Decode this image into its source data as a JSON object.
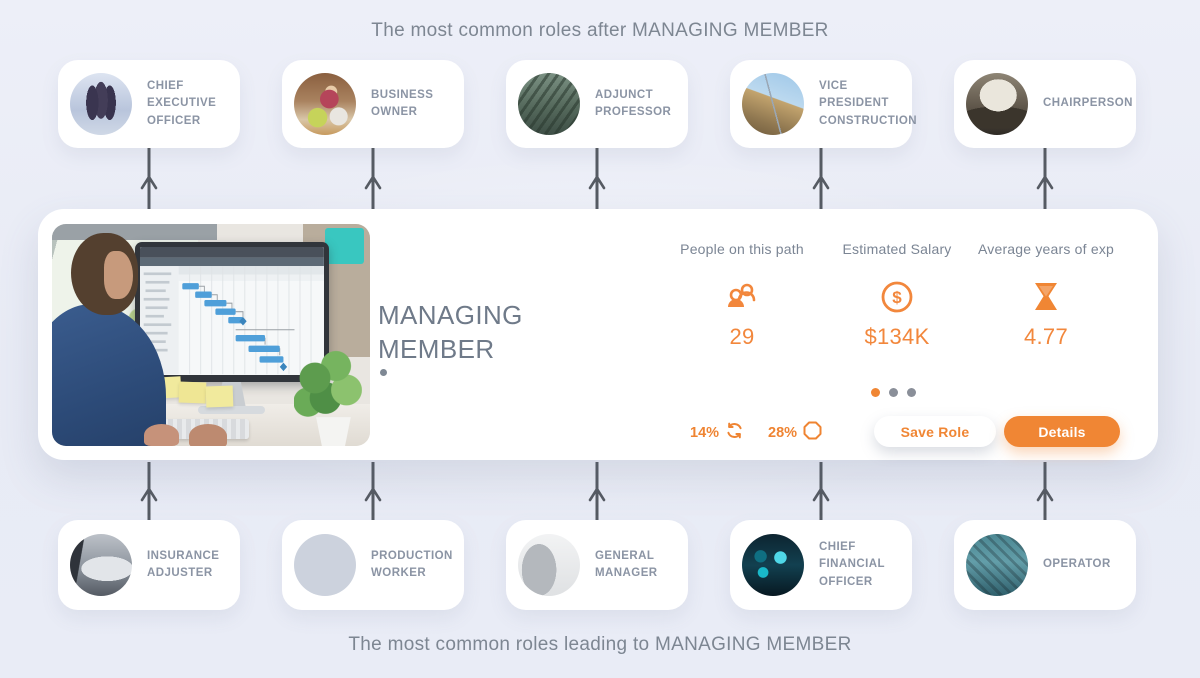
{
  "titles": {
    "after": "The most common roles after MANAGING MEMBER",
    "leading": "The most common roles leading to MANAGING MEMBER"
  },
  "roles_after": [
    {
      "label": "Chief Executive Officer",
      "avatar": "background: radial-gradient(ellipse 10% 28% at 36% 48%, #3a3550 99%, rgba(0,0,0,0)), radial-gradient(ellipse 11% 30% at 50% 44%, #433d58 99%, rgba(0,0,0,0)), radial-gradient(ellipse 10% 28% at 64% 48%, #38334e 99%, rgba(0,0,0,0)), radial-gradient(circle at 52% 56%, #ffd9c4 0 7%, rgba(0,0,0,0) 8%), linear-gradient(180deg, #dde4f1 0%, #b9c5dc 60%, #cfd8e6 100%)"
    },
    {
      "label": "Business Owner",
      "avatar": "background: radial-gradient(circle at 57% 42%, #b5455a 0 18%, rgba(0,0,0,0) 19%), radial-gradient(circle at 60% 30%, #e8cba8 0 10%, rgba(0,0,0,0) 11%), radial-gradient(circle at 38% 72%, #c6d35a 0 16%, rgba(0,0,0,0) 17%), radial-gradient(circle at 72% 70%, #e9e6e0 0 14%, rgba(0,0,0,0) 15%), linear-gradient(180deg, #8a5f3f 0%, #a9825f 45%, #d9c6a8 75%, #c79a5e 100%)"
    },
    {
      "label": "Adjunct Professor",
      "avatar": "background: repeating-linear-gradient(125deg, rgba(40,55,45,0.55) 0 3px, rgba(0,0,0,0) 3px 8px), linear-gradient(180deg, #7b9183 0%, #55695c 55%, #3e4f46 100%)"
    },
    {
      "label": "Vice President Construction",
      "avatar": "background: linear-gradient(75deg, rgba(0,0,0,0) 49%, #9aa7b5 49% 51%, rgba(0,0,0,0) 51%), linear-gradient(200deg, #9ec7e8 0%, #bcd9ef 42%, #c3a46e 43%, #8f7750 75%, #6e5a3c 100%)"
    },
    {
      "label": "Chairperson",
      "avatar": "background: radial-gradient(ellipse 30% 26% at 52% 36%, #eae6dc 99%, rgba(0,0,0,0)), radial-gradient(ellipse 60% 18% at 50% 72%, #3b352c 99%, rgba(0,0,0,0)), linear-gradient(180deg, #8e8575 0%, #5f564a 55%, #2e2a24 100%)"
    }
  ],
  "roles_leading": [
    {
      "label": "Insurance Adjuster",
      "avatar": "background: linear-gradient(100deg, #2f333a 0 20%, rgba(0,0,0,0) 21%), radial-gradient(ellipse 42% 20% at 60% 56%, #e2e5e9 99%, rgba(0,0,0,0)), linear-gradient(180deg, #bcc1c8 0%, #9198a1 50%, #545a63 100%)"
    },
    {
      "label": "Production Worker",
      "avatar": "background: radial-gradient(ellipse 24% 28% at 44% 64%, #d8b43c 99%, rgba(0,0,0,0)), repeating-linear-gradient(90deg, rgba(90,60,35,0.35) 0 4px, rgba(0,0,0,0) 4px 9px), linear-gradient(180deg, #c4bironically 0%, #a98f6b 0%, #8a6f4e 55%, #5e452f 100%)"
    },
    {
      "label": "General Manager",
      "avatar": "background: radial-gradient(ellipse 28% 42% at 34% 58%, #b4b8bd 99%, rgba(0,0,0,0)), linear-gradient(180deg, #f2f3f4 0%, #dfe1e3 100%)"
    },
    {
      "label": "Chief Financial Officer",
      "avatar": "background: radial-gradient(circle at 62% 38%, #4fd8e8 0 11%, rgba(0,0,0,0) 12%), radial-gradient(circle at 34% 62%, #19b8c9 0 9%, rgba(0,0,0,0) 10%), radial-gradient(circle at 30% 36%, #0f6f82 0 10%, rgba(0,0,0,0) 11%), linear-gradient(180deg, #0d2430 0%, #124050 50%, #071821 100%)"
    },
    {
      "label": "Operator",
      "avatar": "background: repeating-linear-gradient(45deg, rgba(20,30,35,0.28) 0 3px, rgba(0,0,0,0) 3px 8px), linear-gradient(180deg, #4c8893 0%, #639ea9 45%, #2f5f6b 100%)"
    }
  ],
  "center": {
    "title": "MANAGING MEMBER",
    "stats": [
      {
        "label": "People on this path",
        "value": "29",
        "icon": "people-icon"
      },
      {
        "label": "Estimated Salary",
        "value": "$134K",
        "icon": "dollar-icon",
        "glyph": "$"
      },
      {
        "label": "Average years of exp",
        "value": "4.77",
        "icon": "hourglass-icon"
      }
    ],
    "badges": [
      {
        "value": "14%",
        "icon": "cycle-icon"
      },
      {
        "value": "28%",
        "icon": "octagon-icon"
      }
    ],
    "pagination": {
      "count": 3,
      "active_index": 0
    },
    "buttons": {
      "save": "Save Role",
      "details": "Details"
    }
  },
  "colors": {
    "accent_orange": "#f08634",
    "background": "#e9ecf6",
    "card_text": "#8b94a4",
    "title_text": "#7d8692",
    "role_title_text": "#6f7a89",
    "arrow": "#565b63",
    "inactive_dot": "#8a8f99"
  }
}
